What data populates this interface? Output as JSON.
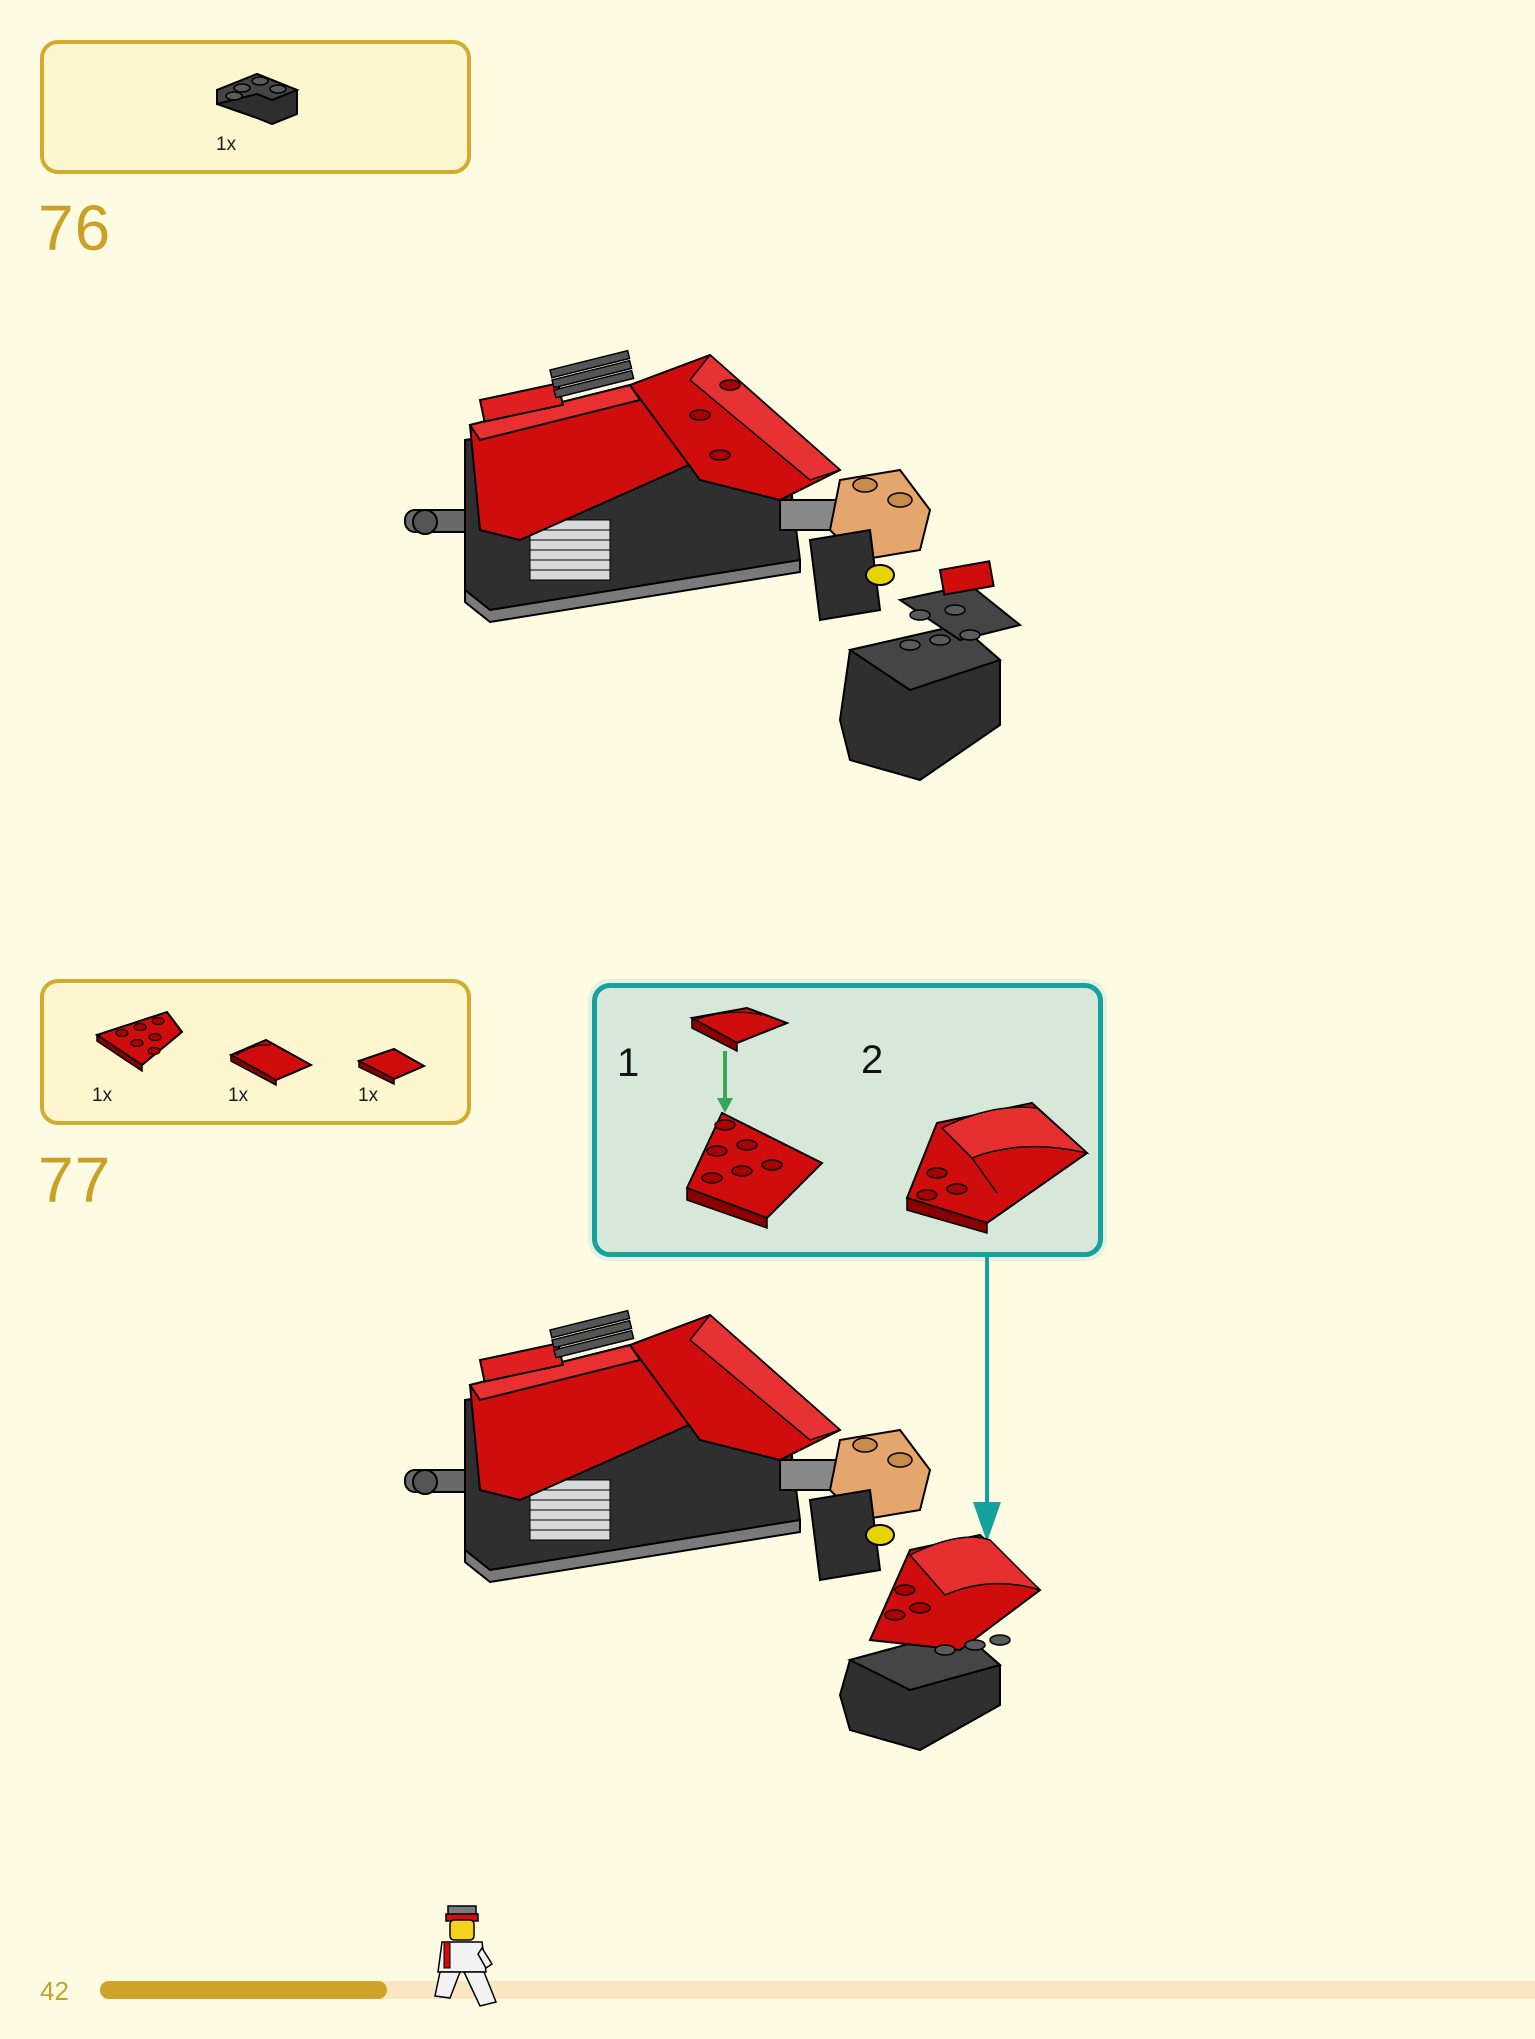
{
  "page": {
    "number": "42",
    "progress_fraction": 0.2
  },
  "steps": [
    {
      "number": "76",
      "parts": [
        {
          "qty": "1x",
          "color": "#2e2e2e",
          "shape": "black-corner-brick-icon"
        }
      ]
    },
    {
      "number": "77",
      "parts": [
        {
          "qty": "1x",
          "color": "#d00d0d",
          "shape": "red-wedge-plate-icon"
        },
        {
          "qty": "1x",
          "color": "#d00d0d",
          "shape": "red-curved-slope-large-icon"
        },
        {
          "qty": "1x",
          "color": "#d00d0d",
          "shape": "red-curved-slope-small-icon"
        }
      ],
      "callout": {
        "sub_steps": [
          "1",
          "2"
        ]
      }
    }
  ],
  "colors": {
    "page_background": "#fefbe3",
    "accent_gold": "#c9a128",
    "callout_border": "#15a19c",
    "callout_fill": "#d8e8d8",
    "arrow_green": "#3aa55a",
    "brick_red": "#d00d0d",
    "brick_black": "#2e2e2e",
    "brick_tan": "#e4a66c"
  }
}
